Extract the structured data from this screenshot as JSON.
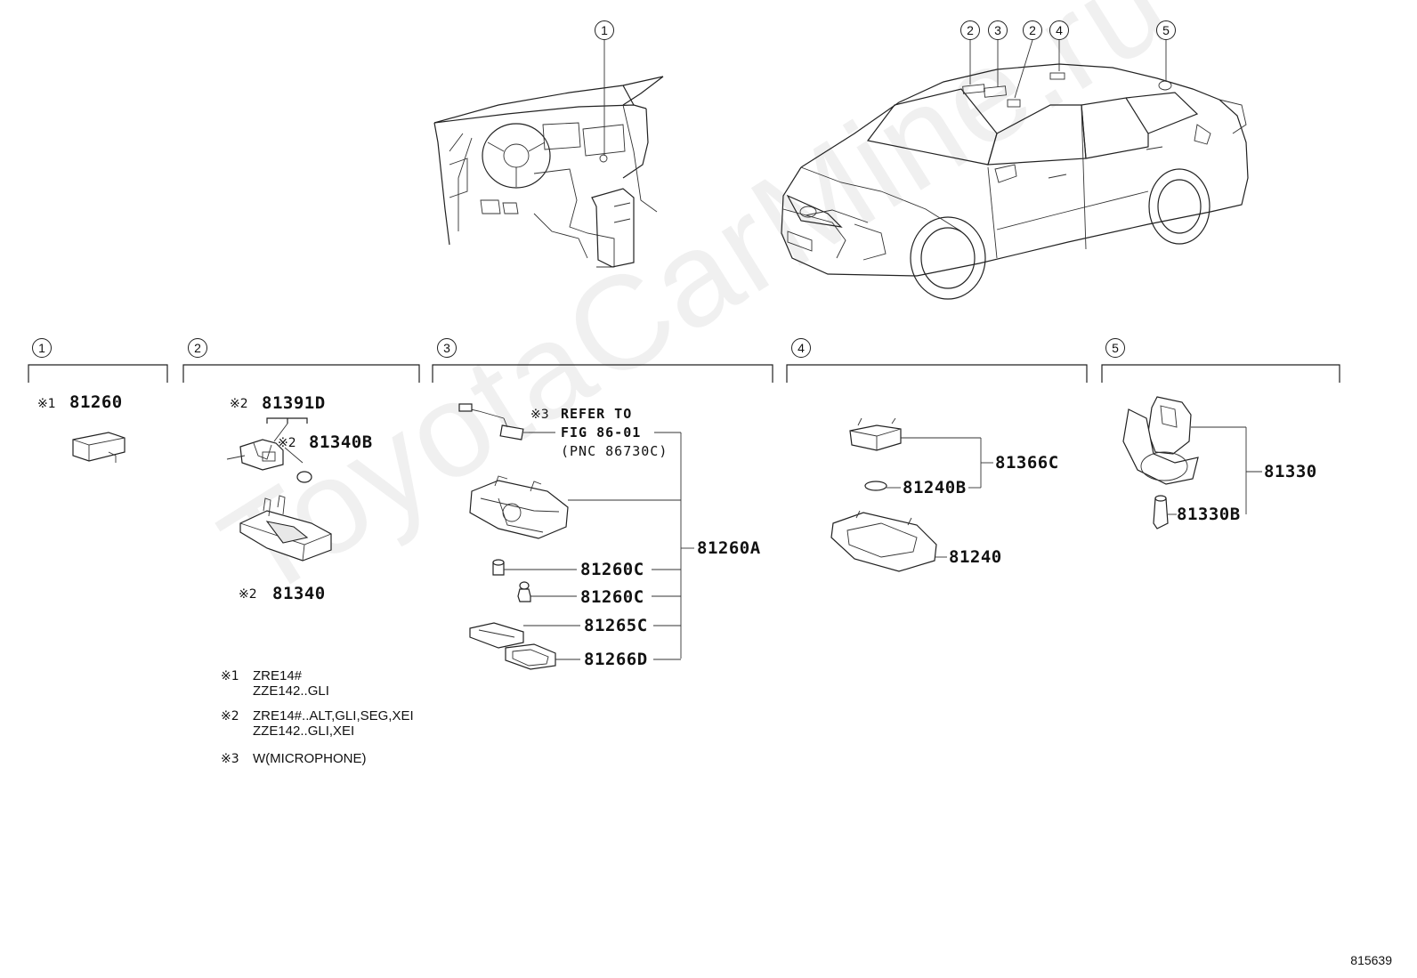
{
  "watermark": "ToyotaCarMine.ru",
  "figure_number": "815639",
  "top_callouts": {
    "dash": "1",
    "car": [
      "2",
      "3",
      "2",
      "4",
      "5"
    ]
  },
  "sections": [
    {
      "num": "1"
    },
    {
      "num": "2"
    },
    {
      "num": "3"
    },
    {
      "num": "4"
    },
    {
      "num": "5"
    }
  ],
  "parts": {
    "s1_mark": "※1",
    "s1_pn": "81260",
    "s2_mark_a": "※2",
    "s2_pn_a": "81391D",
    "s2_mark_b": "※2",
    "s2_pn_b": "81340B",
    "s2_mark_c": "※2",
    "s2_pn_c": "81340",
    "s3_mark": "※3",
    "s3_ref_1": "REFER TO",
    "s3_ref_2": "FIG 86-01",
    "s3_ref_3": "(PNC 86730C)",
    "s3_pn_main": "81260A",
    "s3_pn_1": "81260C",
    "s3_pn_2": "81260C",
    "s3_pn_3": "81265C",
    "s3_pn_4": "81266D",
    "s4_pn_main": "81366C",
    "s4_pn_1": "81240B",
    "s4_pn_2": "81240",
    "s5_pn_main": "81330",
    "s5_pn_1": "81330B"
  },
  "notes": [
    {
      "mark": "※1",
      "lines": [
        "ZRE14#",
        "ZZE142..GLI"
      ]
    },
    {
      "mark": "※2",
      "lines": [
        "ZRE14#..ALT,GLI,SEG,XEI",
        "ZZE142..GLI,XEI"
      ]
    },
    {
      "mark": "※3",
      "lines": [
        "W(MICROPHONE)"
      ]
    }
  ]
}
